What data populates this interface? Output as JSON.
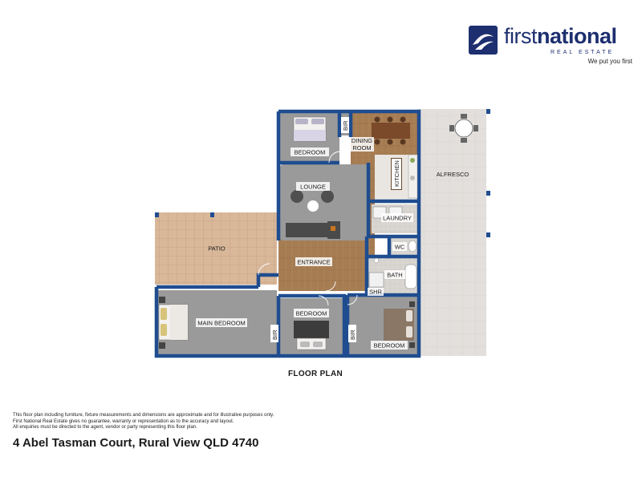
{
  "brand": {
    "name_light": "first",
    "name_bold": "national",
    "subtitle": "REAL ESTATE",
    "tagline": "We put you first",
    "color": "#1d2f6f"
  },
  "plan": {
    "title": "FLOOR PLAN",
    "rooms": {
      "bedroom_top": "BEDROOM",
      "bir_top": "BIR",
      "dining": [
        "DINING",
        "ROOM"
      ],
      "kitchen": "KITCHEN",
      "alfresco": "ALFRESCO",
      "lounge": "LOUNGE",
      "laundry": "LAUNDRY",
      "patio": "PATIO",
      "wc": "WC",
      "entrance": "ENTRANCE",
      "bath": "BATH",
      "shr": "SHR",
      "main_bedroom": "MAIN BEDROOM",
      "bir_main": "BIR",
      "bedroom_mid": "BEDROOM",
      "bir_mid": "BIR",
      "bedroom_right": "BEDROOM"
    },
    "colors": {
      "wall": "#1f4d8f",
      "carpet": "#9a9a9a",
      "timber": "#a67c52",
      "tile": "#c8c4bd",
      "patio": "#d9b89a",
      "alfresco": "#e2dfdc"
    }
  },
  "disclaimer": [
    "This floor plan including furniture, fixture measurements and dimensions are approximate and for illustrative purposes only.",
    " First National Real Estate gives no guarantee, warranty or representation as to the accuracy and layout.",
    "All enquiries must be directed to the agent, vendor or party representing this floor plan."
  ],
  "address": "4 Abel Tasman Court, Rural View QLD 4740"
}
